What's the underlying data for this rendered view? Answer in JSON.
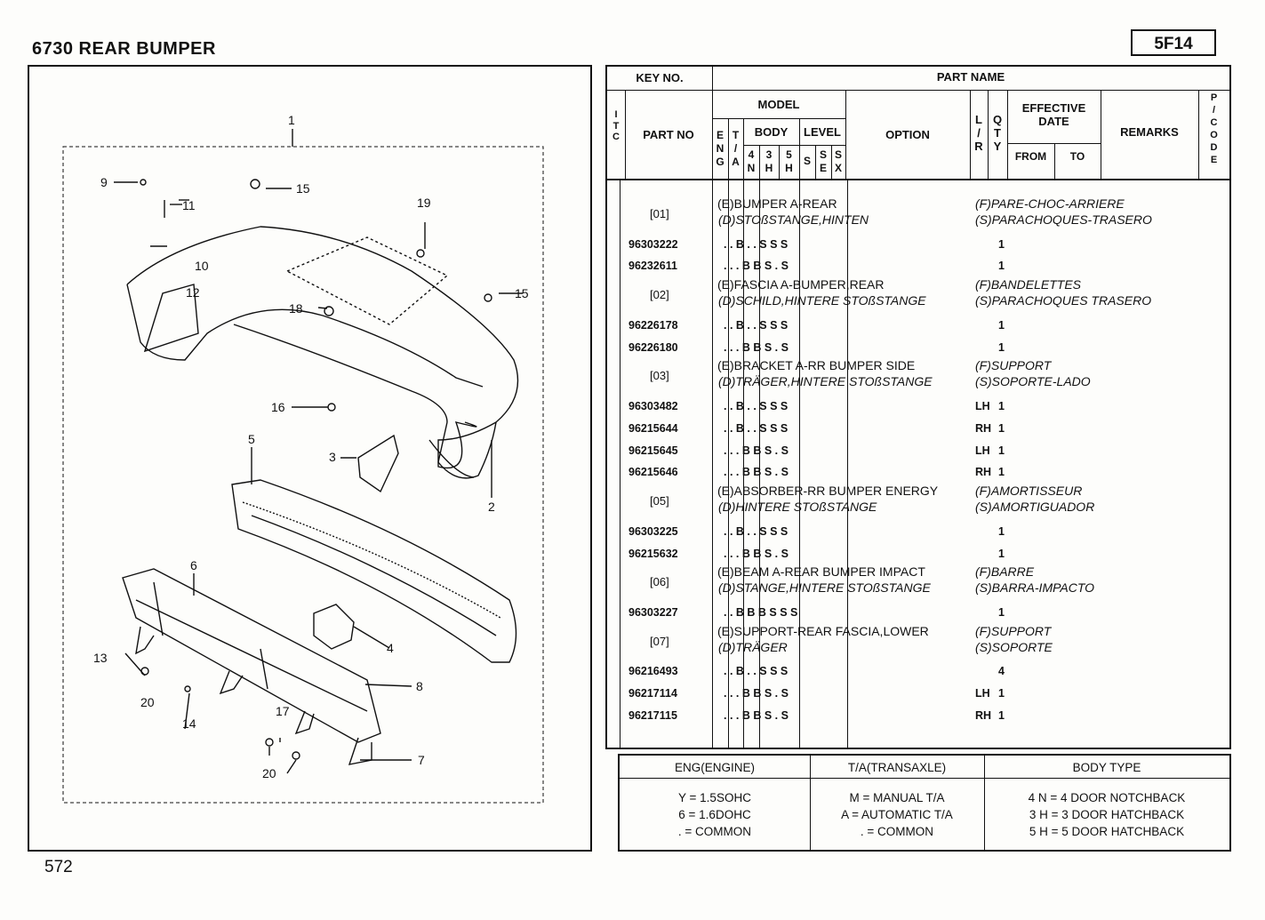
{
  "header": {
    "title": "6730  REAR BUMPER",
    "code": "5F14"
  },
  "page_number": "572",
  "diagram": {
    "callouts": [
      "1",
      "2",
      "3",
      "4",
      "5",
      "6",
      "7",
      "8",
      "9",
      "10",
      "11",
      "12",
      "13",
      "14",
      "15",
      "15",
      "16",
      "17",
      "18",
      "19",
      "20",
      "20"
    ]
  },
  "table": {
    "headers": {
      "key_no": "KEY NO.",
      "part_name": "PART NAME",
      "itc": "I\nT\nC",
      "part_no": "PART NO",
      "model": "MODEL",
      "eng": "E\nN\nG",
      "ta": "T\n/\nA",
      "body": "BODY",
      "level": "LEVEL",
      "b4": "4\nN",
      "b3": "3\nH",
      "b5": "5\nH",
      "lvs": "S",
      "lvse": "S\nE",
      "lvsx": "S\nX",
      "option": "OPTION",
      "lr": "L\n/\nR",
      "qty": "Q\nT\nY",
      "eff_date": "EFFECTIVE\nDATE",
      "from": "FROM",
      "to": "TO",
      "remarks": "REMARKS",
      "picode": "P\n/\nC\nO\nD\nE"
    },
    "groups": [
      {
        "key": "[01]",
        "e": "(E)BUMPER A-REAR",
        "d": "(D)STOßSTANGE,HINTEN",
        "f": "(F)PARE-CHOC-ARRIERE",
        "s": "(S)PARACHOQUES-TRASERO",
        "rows": [
          {
            "pn": "96303222",
            "m": ". . B . . S S S",
            "lr": "",
            "q": "1"
          },
          {
            "pn": "96232611",
            "m": ". . . B B S . S",
            "lr": "",
            "q": "1"
          }
        ]
      },
      {
        "key": "[02]",
        "e": "(E)FASCIA A-BUMPER,REAR",
        "d": "(D)SCHILD,HINTERE STOßSTANGE",
        "f": "(F)BANDELETTES",
        "s": "(S)PARACHOQUES TRASERO",
        "rows": [
          {
            "pn": "96226178",
            "m": ". . B . . S S S",
            "lr": "",
            "q": "1"
          },
          {
            "pn": "96226180",
            "m": ". . . B B S . S",
            "lr": "",
            "q": "1"
          }
        ]
      },
      {
        "key": "[03]",
        "e": "(E)BRACKET A-RR BUMPER SIDE",
        "d": "(D)TRÄGER,HINTERE STOßSTANGE",
        "f": "(F)SUPPORT",
        "s": "(S)SOPORTE-LADO",
        "rows": [
          {
            "pn": "96303482",
            "m": ". . B . . S S S",
            "lr": "LH",
            "q": "1"
          },
          {
            "pn": "96215644",
            "m": ". . B . . S S S",
            "lr": "RH",
            "q": "1"
          },
          {
            "pn": "96215645",
            "m": ". . . B B S . S",
            "lr": "LH",
            "q": "1"
          },
          {
            "pn": "96215646",
            "m": ". . . B B S . S",
            "lr": "RH",
            "q": "1"
          }
        ]
      },
      {
        "key": "[05]",
        "e": "(E)ABSORBER-RR BUMPER ENERGY",
        "d": "(D)HINTERE STOßSTANGE",
        "f": "(F)AMORTISSEUR",
        "s": "(S)AMORTIGUADOR",
        "rows": [
          {
            "pn": "96303225",
            "m": ". . B . . S S S",
            "lr": "",
            "q": "1"
          },
          {
            "pn": "96215632",
            "m": ". . . B B S . S",
            "lr": "",
            "q": "1"
          }
        ]
      },
      {
        "key": "[06]",
        "e": "(E)BEAM A-REAR BUMPER IMPACT",
        "d": "(D)STANGE,HINTERE STOßSTANGE",
        "f": "(F)BARRE",
        "s": "(S)BARRA-IMPACTO",
        "rows": [
          {
            "pn": "96303227",
            "m": ". . B B B S S S",
            "lr": "",
            "q": "1"
          }
        ]
      },
      {
        "key": "[07]",
        "e": "(E)SUPPORT-REAR FASCIA,LOWER",
        "d": "(D)TRÄGER",
        "f": "(F)SUPPORT",
        "s": "(S)SOPORTE",
        "rows": [
          {
            "pn": "96216493",
            "m": ". . B . . S S S",
            "lr": "",
            "q": "4"
          },
          {
            "pn": "96217114",
            "m": ". . . B B S . S",
            "lr": "LH",
            "q": "1"
          },
          {
            "pn": "96217115",
            "m": ". . . B B S . S",
            "lr": "RH",
            "q": "1"
          }
        ]
      }
    ]
  },
  "legend": {
    "eng_title": "ENG(ENGINE)",
    "eng_1": "Y = 1.5SOHC",
    "eng_2": "6 = 1.6DOHC",
    "eng_3": ". = COMMON",
    "ta_title": "T/A(TRANSAXLE)",
    "ta_1": "M = MANUAL T/A",
    "ta_2": "A = AUTOMATIC T/A",
    "ta_3": ". = COMMON",
    "body_title": "BODY  TYPE",
    "body_1": "4 N = 4 DOOR NOTCHBACK",
    "body_2": "3 H = 3 DOOR HATCHBACK",
    "body_3": "5 H = 5 DOOR HATCHBACK"
  }
}
